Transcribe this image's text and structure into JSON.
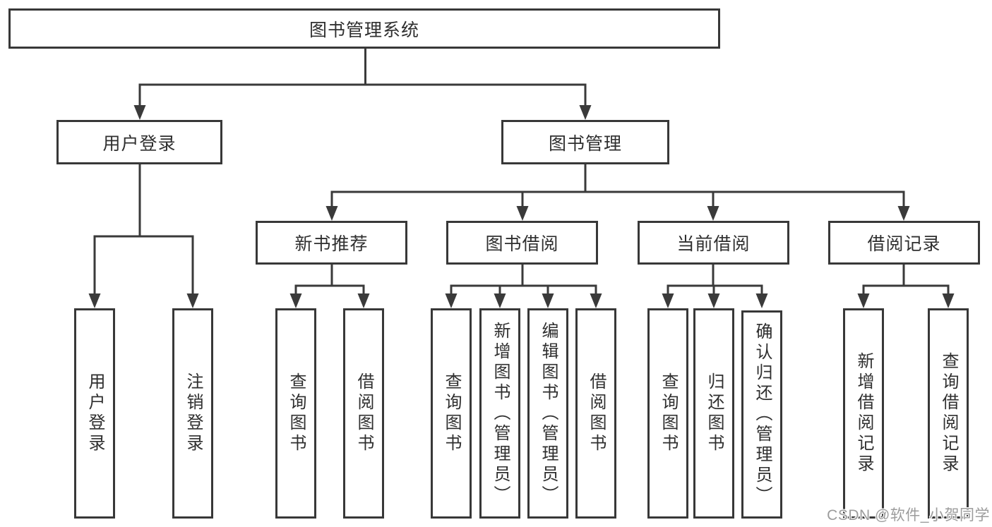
{
  "colors": {
    "background": "#ffffff",
    "line": "#3a3a3a",
    "box_border": "#383838",
    "text": "#2f2f2f",
    "watermark": "#9c9c9c"
  },
  "nodes": {
    "root": {
      "label": "图书管理系统"
    },
    "user_login": {
      "label": "用户登录"
    },
    "book_mgmt": {
      "label": "图书管理"
    },
    "new_book_rec": {
      "label": "新书推荐"
    },
    "book_borrow": {
      "label": "图书借阅"
    },
    "current_borrow": {
      "label": "当前借阅"
    },
    "borrow_records": {
      "label": "借阅记录"
    },
    "leaves": {
      "user_login_leaf": {
        "label": "用户登录"
      },
      "logout": {
        "label": "注销登录"
      },
      "rec_query_books": {
        "label": "查询图书"
      },
      "rec_borrow_books": {
        "label": "借阅图书"
      },
      "bb_query_books": {
        "label": "查询图书"
      },
      "bb_add_books": {
        "label": "新增图书（管理员）"
      },
      "bb_edit_books": {
        "label": "编辑图书（管理员）"
      },
      "bb_borrow_books": {
        "label": "借阅图书"
      },
      "cb_query_books": {
        "label": "查询图书"
      },
      "cb_return_books": {
        "label": "归还图书"
      },
      "cb_confirm_return": {
        "label": "确认归还（管理员）"
      },
      "br_add_record": {
        "label": "新增借阅记录"
      },
      "br_query_record": {
        "label": "查询借阅记录"
      }
    }
  },
  "watermark": {
    "text": "CSDN @软件_小贺同学"
  }
}
